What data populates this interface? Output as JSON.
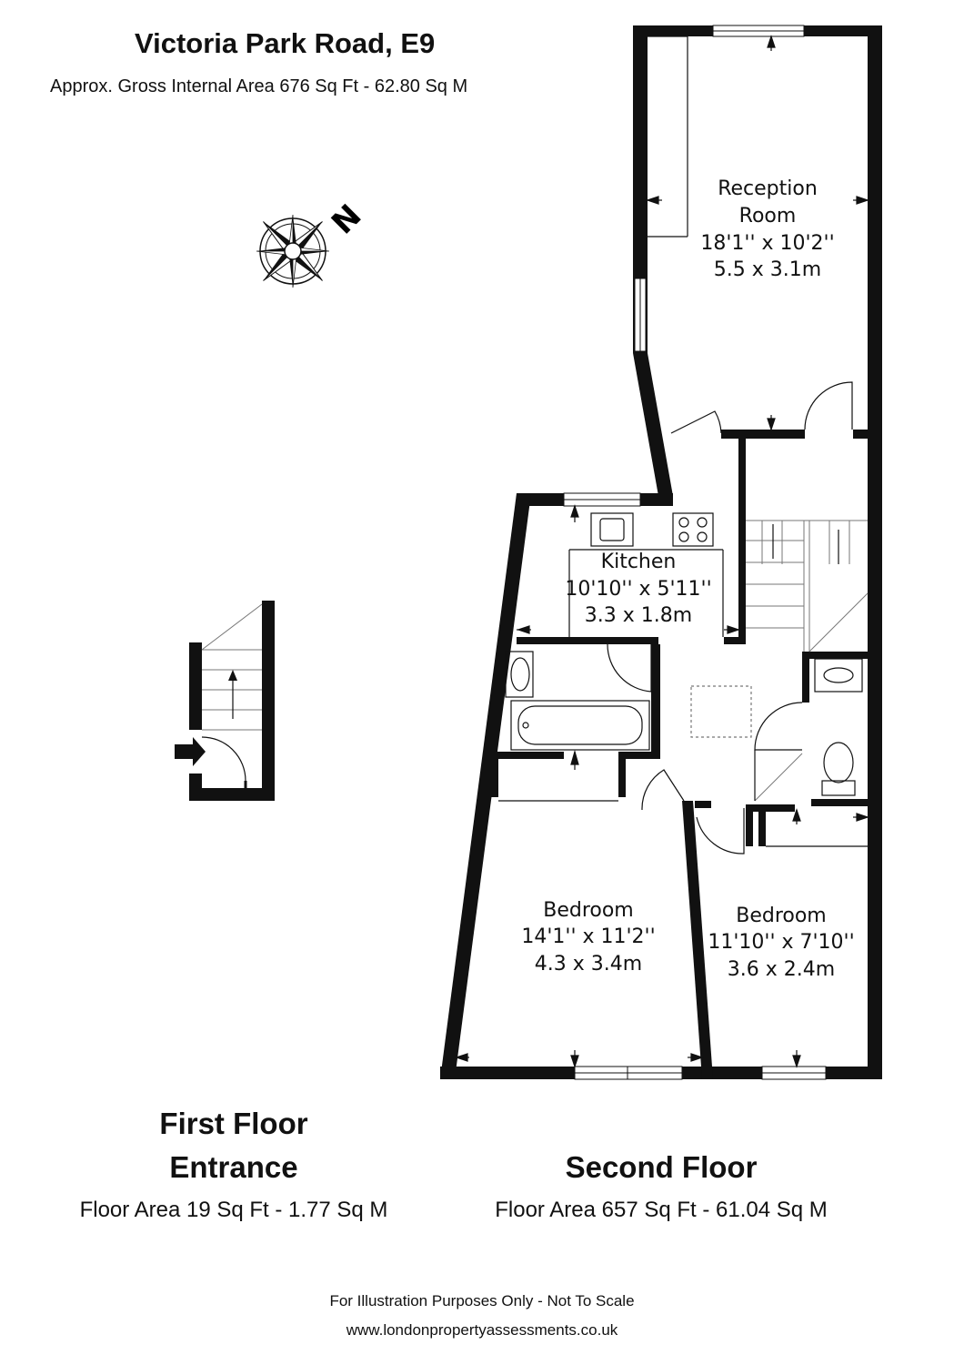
{
  "header": {
    "title": "Victoria Park Road, E9",
    "subtitle": "Approx. Gross Internal Area 676 Sq Ft - 62.80 Sq M"
  },
  "compass": {
    "north_letter": "N",
    "icon": "compass-rose-icon"
  },
  "rooms": {
    "reception": {
      "name_line1": "Reception",
      "name_line2": "Room",
      "imperial": "18'1'' x 10'2''",
      "metric": "5.5 x 3.1m"
    },
    "kitchen": {
      "name": "Kitchen",
      "imperial": "10'10'' x 5'11''",
      "metric": "3.3 x 1.8m"
    },
    "bedroom_left": {
      "name": "Bedroom",
      "imperial": "14'1'' x 11'2''",
      "metric": "4.3 x 3.4m"
    },
    "bedroom_right": {
      "name": "Bedroom",
      "imperial": "11'10'' x 7'10''",
      "metric": "3.6 x 2.4m"
    }
  },
  "floors": {
    "first": {
      "name": "First Floor",
      "subname": "Entrance",
      "area": "Floor Area 19 Sq Ft - 1.77 Sq M"
    },
    "second": {
      "name": "Second Floor",
      "area": "Floor Area 657 Sq Ft - 61.04 Sq M"
    }
  },
  "footer": {
    "disclaimer": "For Illustration Purposes Only - Not To Scale",
    "website": "www.londonpropertyassessments.co.uk"
  }
}
